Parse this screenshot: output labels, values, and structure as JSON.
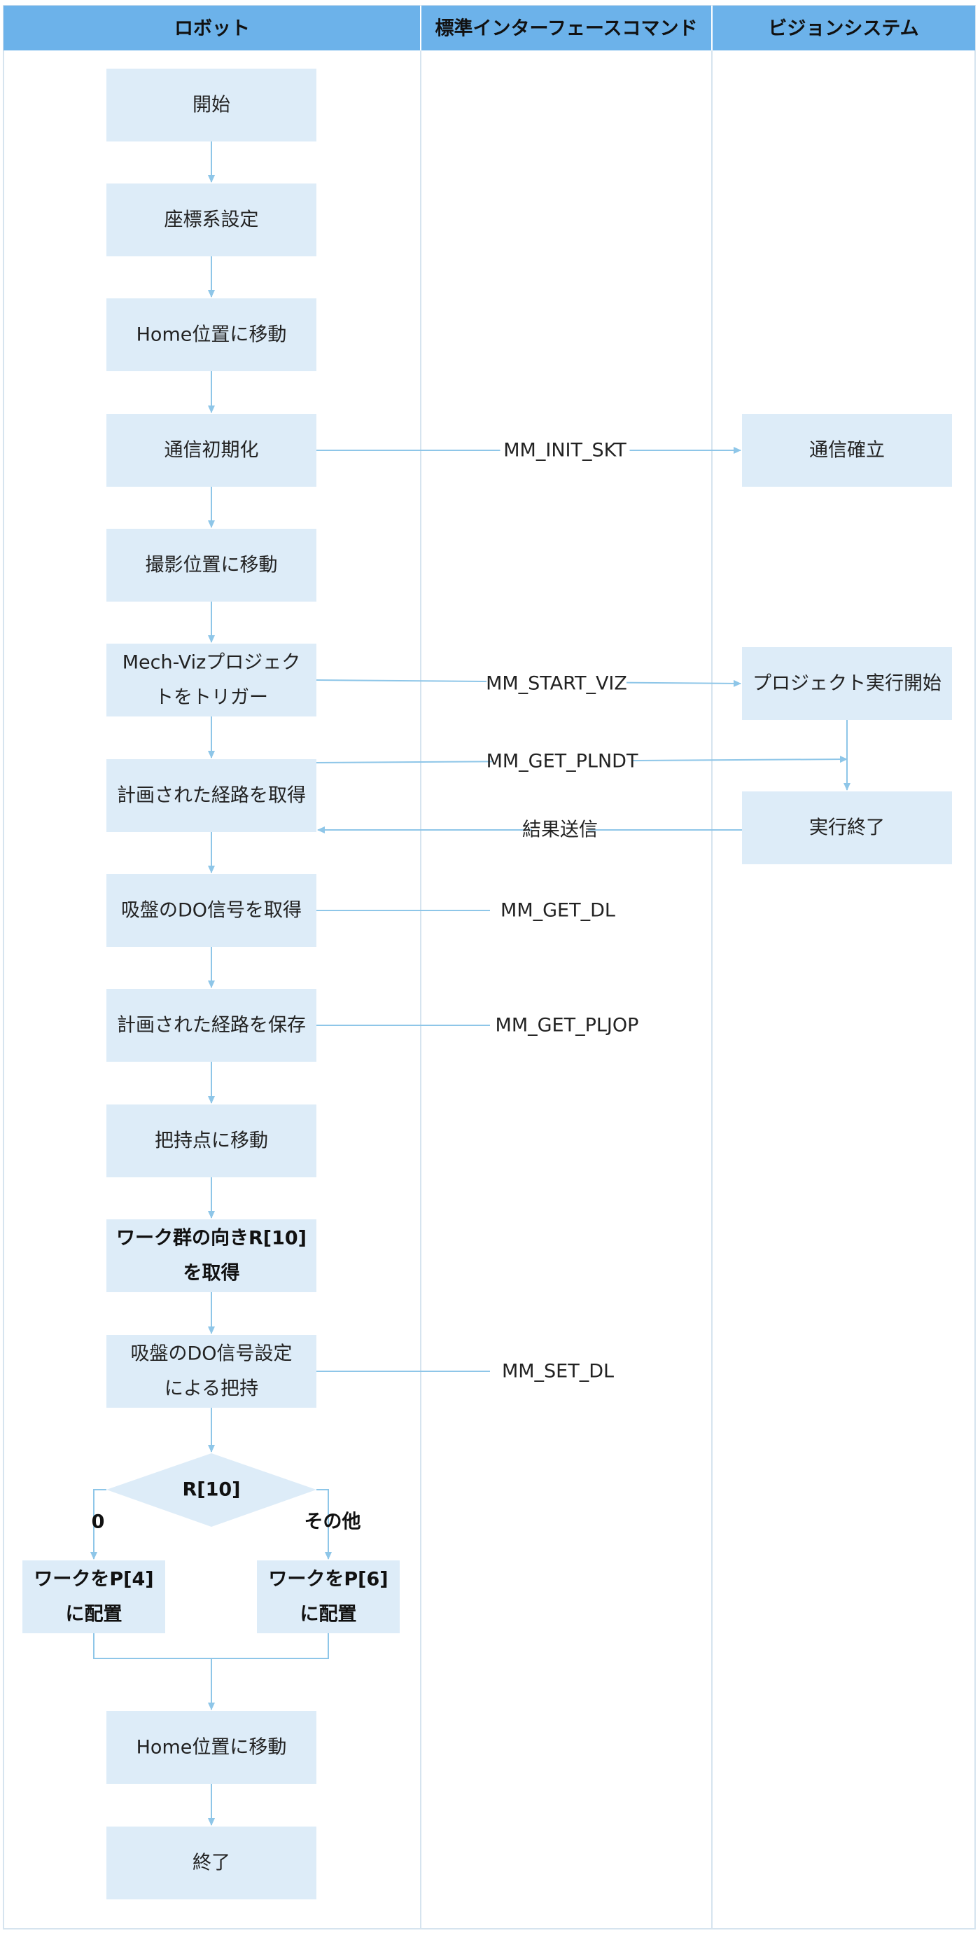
{
  "lanes": {
    "robot": "ロボット",
    "interface": "標準インターフェースコマンド",
    "vision": "ビジョンシステム"
  },
  "nodes": {
    "start": [
      "開始"
    ],
    "coord_setup": [
      "座標系設定"
    ],
    "move_home_1": [
      "Home位置に移動"
    ],
    "comm_init": [
      "通信初期化"
    ],
    "move_capture": [
      "撮影位置に移動"
    ],
    "trigger_viz": [
      "Mech-Vizプロジェク",
      "トをトリガー"
    ],
    "get_path": [
      "計画された経路を取得"
    ],
    "get_do": [
      "吸盤のDO信号を取得"
    ],
    "save_path": [
      "計画された経路を保存"
    ],
    "move_pick": [
      "把持点に移動"
    ],
    "get_orientation": [
      "ワーク群の向きR[10]",
      "を取得"
    ],
    "grip_do": [
      "吸盤のDO信号設定",
      "による把持"
    ],
    "decision": [
      "R[10]"
    ],
    "place_p4": [
      "ワークをP[4]",
      "に配置"
    ],
    "place_p6": [
      "ワークをP[6]",
      "に配置"
    ],
    "move_home_2": [
      "Home位置に移動"
    ],
    "end": [
      "終了"
    ],
    "comm_established": [
      "通信確立"
    ],
    "project_start": [
      "プロジェクト実行開始"
    ],
    "exec_end": [
      "実行終了"
    ]
  },
  "edges": {
    "mm_init_skt": "MM_INIT_SKT",
    "mm_start_viz": "MM_START_VIZ",
    "mm_get_plndt": "MM_GET_PLNDT",
    "result_send": "結果送信",
    "mm_get_dl": "MM_GET_DL",
    "mm_get_pljop": "MM_GET_PLJOP",
    "mm_set_dl": "MM_SET_DL"
  },
  "branches": {
    "zero": "0",
    "other": "その他"
  },
  "colors": {
    "header_bg": "#6cb2ea",
    "node_fill": "#ddecf8",
    "edge": "#8ec6e8",
    "lane_border": "#d6e4ef"
  }
}
